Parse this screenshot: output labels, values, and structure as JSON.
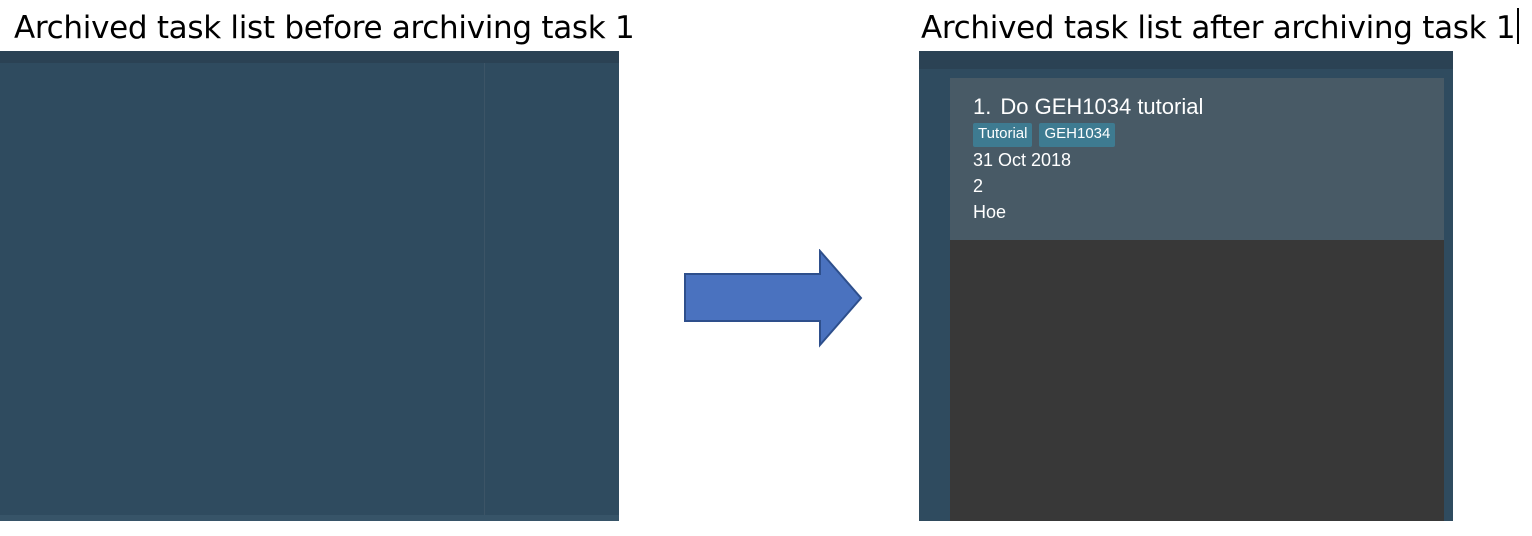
{
  "captions": {
    "before": "Archived task list before archiving task 1",
    "after": "Archived task list after archiving task 1"
  },
  "colors": {
    "panel_bg": "#2f4b5f",
    "card_bg": "#485a66",
    "list_bg": "#383838",
    "tag_bg": "#3e7b91",
    "arrow_fill": "#4a72bf",
    "arrow_stroke": "#2e4f8c"
  },
  "arrow_icon": "right-arrow-icon",
  "archived_tasks_after": [
    {
      "index": "1.",
      "name": "Do GEH1034 tutorial",
      "tags": [
        "Tutorial",
        "GEH1034"
      ],
      "date": "31 Oct 2018",
      "priority": "2",
      "module": "Hoe"
    }
  ]
}
